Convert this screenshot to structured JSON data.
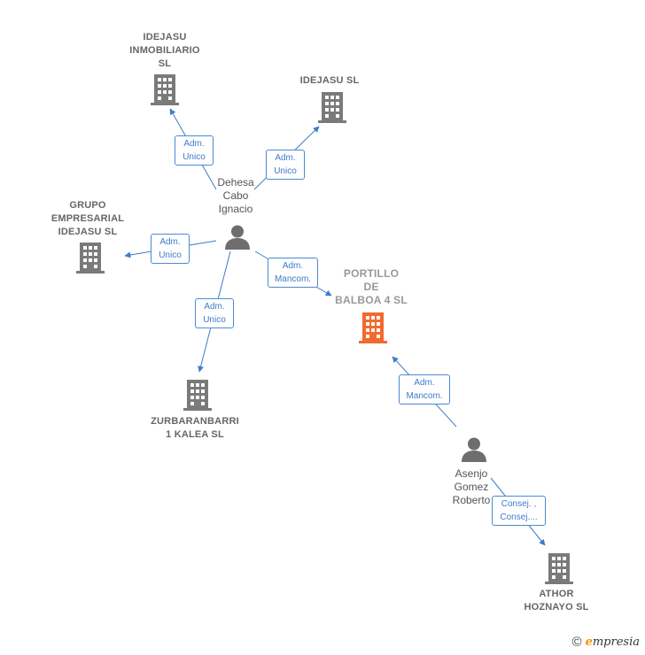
{
  "nodes": {
    "idejasu_inmobiliario": {
      "label": "IDEJASU\nINMOBILIARIO\nSL",
      "type": "company"
    },
    "idejasu": {
      "label": "IDEJASU  SL",
      "type": "company"
    },
    "grupo_empresarial": {
      "label": "GRUPO\nEMPRESARIAL\nIDEJASU  SL",
      "type": "company"
    },
    "portillo": {
      "label": "PORTILLO\nDE\nBALBOA 4  SL",
      "type": "company-focus"
    },
    "zurbaranbarri": {
      "label": "ZURBARANBARRI\n1 KALEA  SL",
      "type": "company"
    },
    "athor": {
      "label": "ATHOR\nHOZNAYO  SL",
      "type": "company"
    },
    "dehesa": {
      "label": "Dehesa\nCabo\nIgnacio",
      "type": "person"
    },
    "asenjo": {
      "label": "Asenjo\nGomez\nRoberto",
      "type": "person"
    }
  },
  "edges": {
    "e1": {
      "label": "Adm.\nUnico"
    },
    "e2": {
      "label": "Adm.\nUnico"
    },
    "e3": {
      "label": "Adm.\nUnico"
    },
    "e4": {
      "label": "Adm.\nMancom."
    },
    "e5": {
      "label": "Adm.\nUnico"
    },
    "e6": {
      "label": "Adm.\nMancom."
    },
    "e7": {
      "label": "Consej. ,\nConsej...."
    }
  },
  "colors": {
    "company": "#7a7a7a",
    "focus": "#f26a2e",
    "person": "#6e6e6e",
    "edge": "#3d7cc9"
  },
  "icons": {
    "company": "building-icon",
    "person": "person-icon"
  },
  "footer": {
    "copyright": "©",
    "brand_first": "e",
    "brand_rest": "mpresia"
  }
}
